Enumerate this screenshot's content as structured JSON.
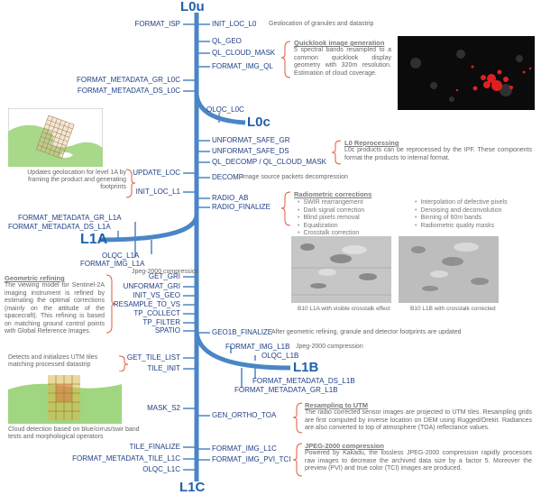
{
  "levels": {
    "l0u": "L0u",
    "l0c": "L0c",
    "l1a": "L1A",
    "l1b": "L1B",
    "l1c": "L1C"
  },
  "steps": {
    "format_isp": "FORMAT_ISP",
    "init_loc_l0": "INIT_LOC_L0",
    "ql_geo": "QL_GEO",
    "ql_cloud_mask": "QL_CLOUD_MASK",
    "format_img_ql": "FORMAT_IMG_QL",
    "format_metadata_gr_l0c": "FORMAT_METADATA_GR_L0C",
    "format_metadata_ds_l0c": "FORMAT_METADATA_DS_L0C",
    "olqc_l0c": "OLQC_L0C",
    "unformat_safe_gr": "UNFORMAT_SAFE_GR",
    "unformat_safe_ds": "UNFORMAT_SAFE_DS",
    "ql_decomp": "QL_DECOMP / QL_CLOUD_MASK",
    "update_loc": "UPDATE_LOC",
    "init_loc_l1": "INIT_LOC_L1",
    "decomp": "DECOMP",
    "radio_ab": "RADIO_AB",
    "radio_finalize": "RADIO_FINALIZE",
    "format_metadata_gr_l1a": "FORMAT_METADATA_GR_L1A",
    "format_metadata_ds_l1a": "FORMAT_METADATA_DS_L1A",
    "olqc_l1a": "OLQC_L1A",
    "format_img_l1a": "FORMAT_IMG_L1A",
    "get_gri": "GET_GRI",
    "unformat_gri": "UNFORMAT_GRI",
    "init_vs_geo": "INIT_VS_GEO",
    "resample_to_vs": "RESAMPLE_TO_VS",
    "tp_collect": "TP_COLLECT",
    "tp_filter": "TP_FILTER",
    "spatio": "SPATIO",
    "geo1b_finalize": "GEO1B_FINALIZE",
    "get_tile_list": "GET_TILE_LIST",
    "tile_init": "TILE_INIT",
    "format_img_l1b": "FORMAT_IMG_L1B",
    "olqc_l1b": "OLQC_L1B",
    "format_metadata_ds_l1b": "FORMAT_METADATA_DS_L1B",
    "format_metadata_gr_l1b": "FORMAT_METADATA_GR_L1B",
    "gen_ortho_toa": "GEN_ORTHO_TOA",
    "mask_s2": "MASK_S2",
    "tile_finalize": "TILE_FINALIZE",
    "format_metadata_tile_l1c": "FORMAT_METADATA_TILE_L1C",
    "olqc_l1c": "OLQC_L1C",
    "format_img_l1c": "FORMAT_IMG_L1C",
    "format_img_pvi_tci": "FORMAT_IMG_PVI_TCI"
  },
  "notes": {
    "geolocation": "Geolocation of granules and datastrip",
    "decompression": "Image source packets decompression",
    "jpeg_l1a": "Jpeg-2000 compression",
    "jpeg_l1b": "Jpeg-2000 compression",
    "footprints_updated": "After geometric refining, granule and detector footprints are updated",
    "update_geoloc": "Updates geolocation for level 1A by framing the product and generating footprints",
    "detects_tiles": "Detects and initializes UTM tiles matching processed datastrip",
    "cloud_detection": "Cloud detection based on blue/cirrus/swir band tests and morphological operators"
  },
  "boxes": {
    "quicklook": {
      "title": "Quicklook image generation",
      "text": "5 spectral bands resampled to a common quicklook display geometry with 320m resolution. Estimation of cloud coverage."
    },
    "l0_reprocessing": {
      "title": "L0 Reprocessing",
      "text": "L0c products can be reprocessed by the IPF. These components format the products to internal format."
    },
    "radiometric": {
      "title": "Radiometric corrections",
      "left": [
        "SWIR rearrangement",
        "Dark signal correction",
        "Blind pixels removal",
        "Equalization",
        "Crosstalk correction"
      ],
      "right": [
        "Interpolation of defective pixels",
        "Denoising and deconvolution",
        "Binning of 60m bands",
        "Radiometric quality masks"
      ]
    },
    "geometric": {
      "title": "Geometric refining",
      "text": "The viewing model for Sentinel-2A imaging instrument is refined by estimating the optimal corrections (mainly on the attitude of the spacecraft). This refining is based on matching ground control points with Global Reference Images."
    },
    "resampling": {
      "title": "Resampling to UTM",
      "text": "The radio corrected sensor images are projected to UTM tiles. Resampling grids are first computed by inverse location on DEM using Rugged/Orekit. Radiances are also converted to top of atmosphere (TOA) reflectance values."
    },
    "jpeg2000": {
      "title": "JPEG-2000 compression",
      "text": "Powered by Kakadu, the lossless JPEG-2000 compression rapidly processes raw images to decrease the archived data size by a factor 5. Moreover the preview (PVI) and true color (TCI) images are produced."
    }
  },
  "captions": {
    "crosstalk_left": "B10 L1A with visible crosstalk effect",
    "crosstalk_right": "B10 L1B with crosstalk corrected"
  },
  "colors": {
    "trunk": "#4a86c5",
    "label": "#1f3f85",
    "level": "#1f5fae",
    "bracket": "#e05a3a",
    "cloud": "#e02020"
  }
}
